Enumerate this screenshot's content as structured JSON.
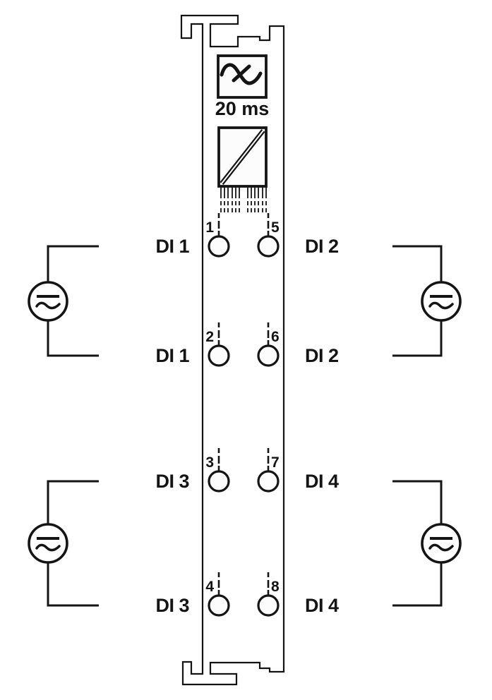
{
  "module": {
    "filter_time": "20 ms",
    "body_color": "#e7e7e7",
    "panel_color": "#fcfcfc",
    "line_color": "#141414"
  },
  "rows": [
    {
      "left": {
        "number": "1",
        "label": "DI 1"
      },
      "right": {
        "number": "5",
        "label": "DI 2"
      }
    },
    {
      "left": {
        "number": "2",
        "label": "DI 1"
      },
      "right": {
        "number": "6",
        "label": "DI 2"
      }
    },
    {
      "left": {
        "number": "3",
        "label": "DI 3"
      },
      "right": {
        "number": "7",
        "label": "DI 4"
      }
    },
    {
      "left": {
        "number": "4",
        "label": "DI 3"
      },
      "right": {
        "number": "8",
        "label": "DI 4"
      }
    }
  ],
  "icons": {
    "filter": "crossed-sine-filter",
    "isolation": "galvanic-isolation-diagonal",
    "source": "ac-dc-source"
  }
}
